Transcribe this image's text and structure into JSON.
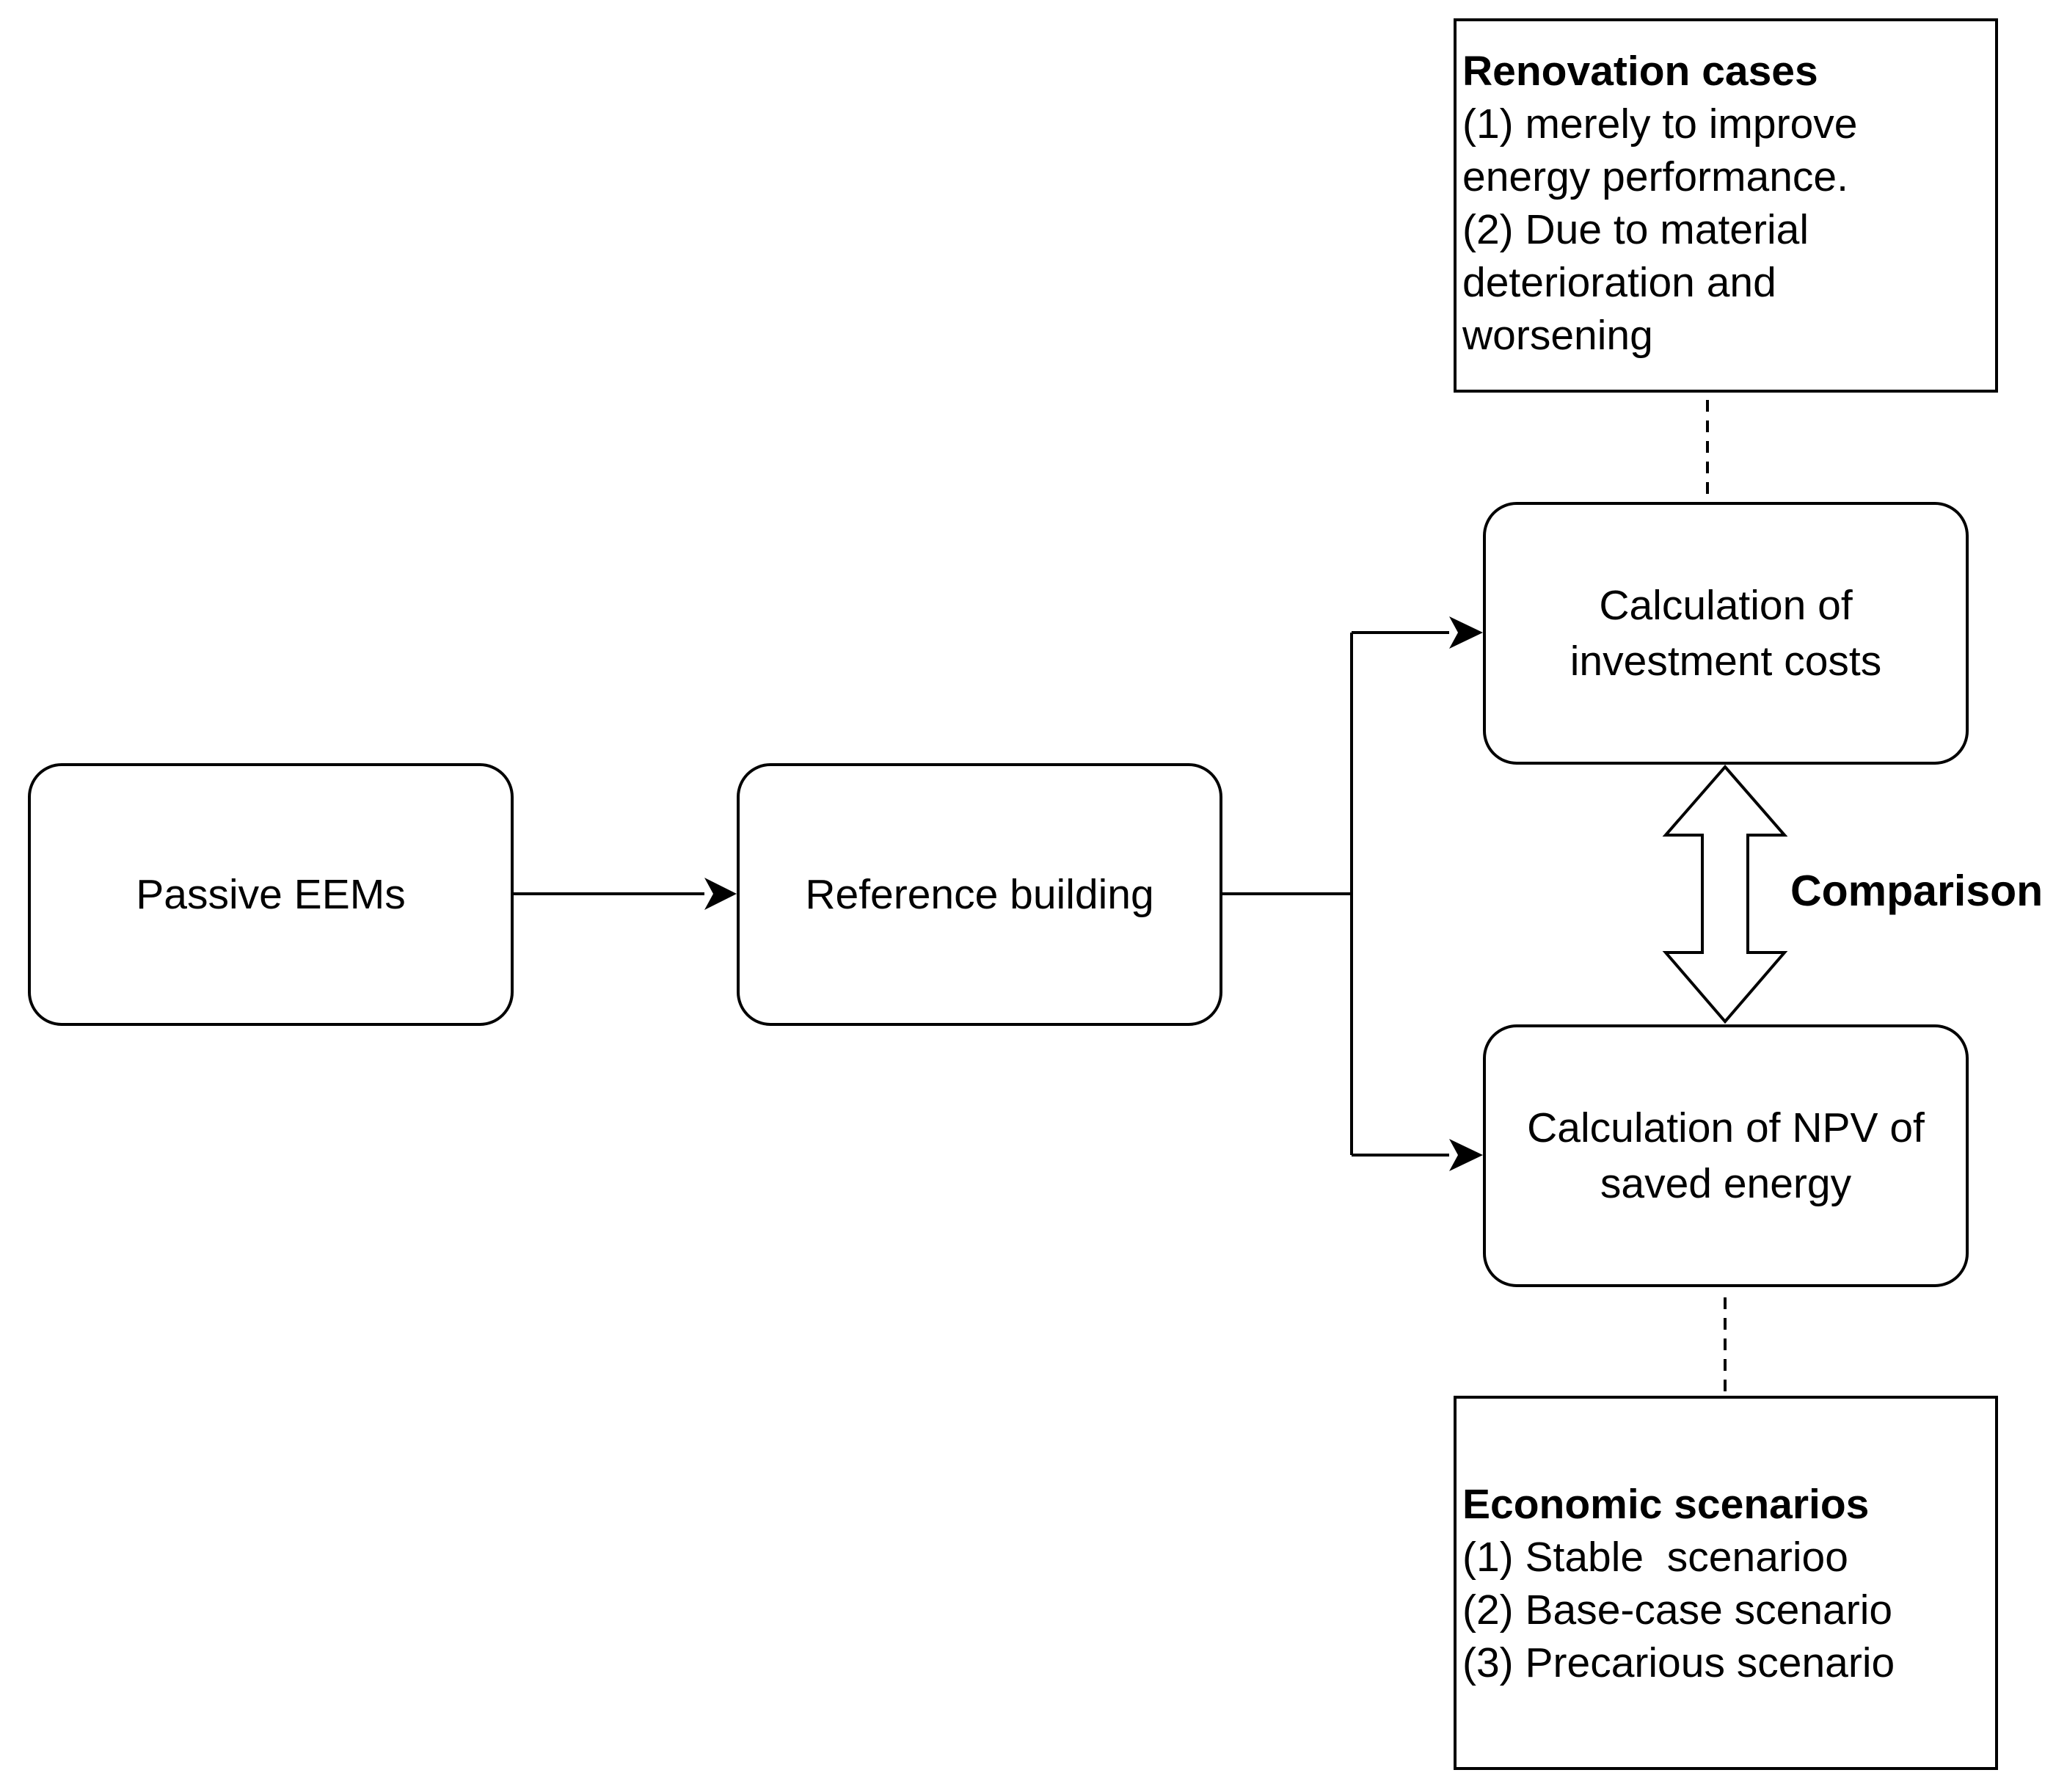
{
  "nodes": {
    "passive": "Passive EEMs",
    "reference": "Reference building",
    "investment": {
      "line1": "Calculation of",
      "line2": "investment costs"
    },
    "npv": {
      "line1": "Calculation of NPV of",
      "line2": "saved energy"
    }
  },
  "notes": {
    "renovation": {
      "title": "Renovation cases",
      "lines": [
        "(1) merely to improve",
        "energy performance.",
        "(2) Due to material",
        "deterioration and",
        "worsening"
      ]
    },
    "economic": {
      "title": "Economic scenarios",
      "lines": [
        "(1) Stable  scenarioo",
        "(2) Base-case scenario",
        "(3) Precarious scenario"
      ]
    }
  },
  "comparison_label": "Comparison",
  "colors": {
    "stroke": "#000000",
    "background": "#ffffff"
  }
}
